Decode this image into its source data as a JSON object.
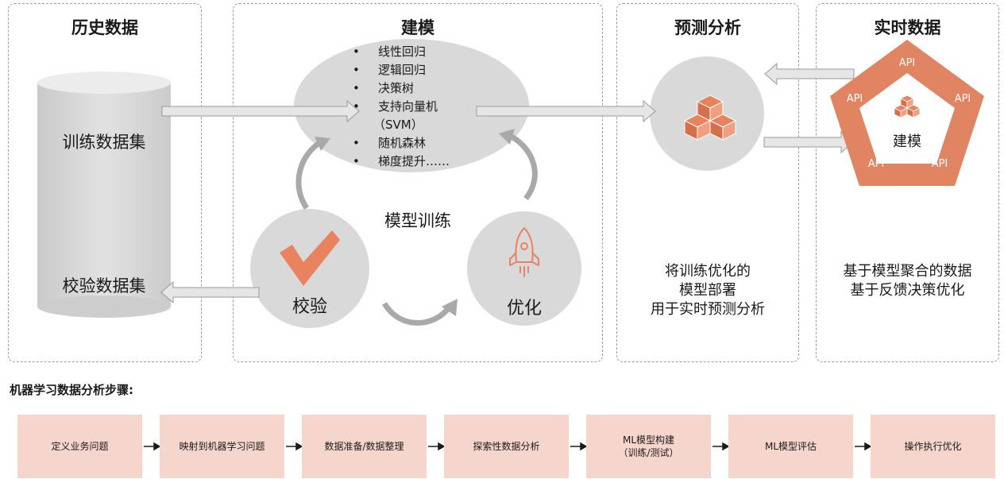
{
  "panels": {
    "history": {
      "title": "历史数据",
      "train": "训练数据集",
      "validate": "校验数据集"
    },
    "modeling": {
      "title": "建模",
      "algorithms": [
        "线性回归",
        "逻辑回归",
        "决策树",
        "支持向量机",
        "（SVM）",
        "随机森林",
        "梯度提升……"
      ],
      "center": "模型训练",
      "validate": "校验",
      "optimize": "优化"
    },
    "prediction": {
      "title": "预测分析",
      "desc": [
        "将训练优化的",
        "模型部署",
        "用于实时预测分析"
      ]
    },
    "realtime": {
      "title": "实时数据",
      "api": [
        "API",
        "API",
        "API",
        "API",
        "API"
      ],
      "center": "建模",
      "desc": [
        "基于模型聚合的数据",
        "基于反馈决策优化"
      ]
    }
  },
  "steps": {
    "title": "机器学习数据分析步骤:",
    "items": [
      {
        "line1": "定义业务问题",
        "line2": ""
      },
      {
        "line1": "映射到机器学习问题",
        "line2": ""
      },
      {
        "line1": "数据准备/数据整理",
        "line2": ""
      },
      {
        "line1": "探索性数据分析",
        "line2": ""
      },
      {
        "line1": "ML模型构建",
        "line2": "（训练/测试）"
      },
      {
        "line1": "ML模型评估",
        "line2": ""
      },
      {
        "line1": "操作执行优化",
        "line2": ""
      }
    ]
  },
  "colors": {
    "accent": "#e8835f",
    "pentagon": "#e08462",
    "step_fill": "#f6d6cc",
    "circle": "#d9d9d9",
    "cylinder": "#d8d8d8",
    "arrow": "#d0d0d0"
  },
  "icons": {
    "boxes": "stacked-boxes-icon",
    "check": "checkmark-icon",
    "rocket": "rocket-icon"
  }
}
